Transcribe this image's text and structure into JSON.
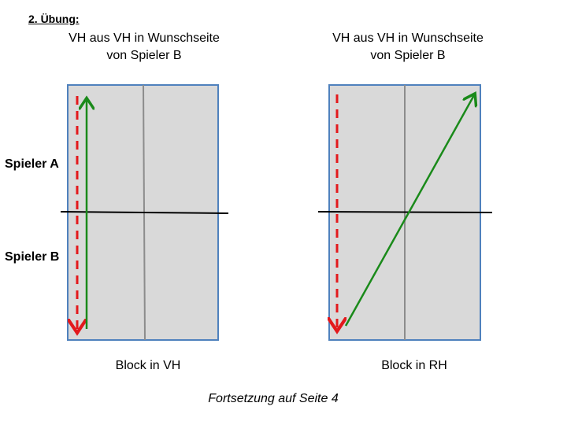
{
  "page": {
    "heading": "2. Übung:",
    "footer": "Fortsetzung auf Seite 4"
  },
  "rows": {
    "top_label": "Spieler A",
    "bottom_label": "Spieler B"
  },
  "panels": [
    {
      "title": "VH aus VH in Wunschseite von Spieler B",
      "caption": "Block in VH"
    },
    {
      "title": "VH aus VH in Wunschseite von Spieler B",
      "caption": "Block in RH"
    }
  ],
  "colors": {
    "court_fill": "#d9d9d9",
    "court_border": "#4f81bd",
    "center_line": "#8c8c8c",
    "net": "#000000",
    "shot_arrow": "#1a8a1a",
    "return_arrow": "#e3191c"
  }
}
